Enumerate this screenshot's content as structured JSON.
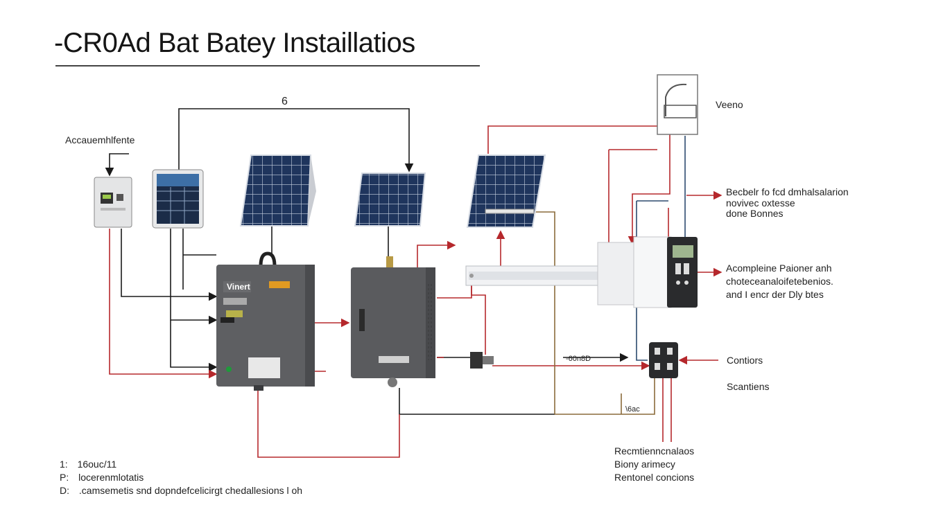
{
  "title": "-CR0Ad Bat Batey Instaillatios",
  "labels": {
    "top_number": "6",
    "left_label": "Accauemhlfente",
    "top_right": "Veeno",
    "right_1_line1": "Becbelr fo fcd dmhalsalarion",
    "right_1_line2": "novivec oxtesse",
    "right_1_line3": "done Bonnes",
    "right_2_line1": "Acompleine Paioner anh",
    "right_2_line2": "choteceanaloifetebenios.",
    "right_2_line3": "and I encr der Dly btes",
    "right_3": "Contiors",
    "right_4": "Scantiens",
    "mid_small": "-60n8D",
    "mid_small2": "\\6ac",
    "inverter_badge": "Vinert",
    "bottom_right_line1": "Recmtienncnalaos",
    "bottom_right_line2": "Biony arimecy",
    "bottom_right_line3": "Rentonel concions"
  },
  "footnotes": [
    {
      "marker": "1:",
      "text": "16ouc/11"
    },
    {
      "marker": "P:",
      "text": "locerenmlotatis"
    },
    {
      "marker": "D:",
      "text": ".camsemetis snd dopndefcelicirgt chedallesions l oh"
    }
  ],
  "colors": {
    "wire_red": "#b5282c",
    "wire_black": "#1a1a1a",
    "wire_blue": "#2b4a6e",
    "wire_brown": "#8a6a3a",
    "cabinet": "#5e5f62",
    "panel": "#233a63"
  }
}
